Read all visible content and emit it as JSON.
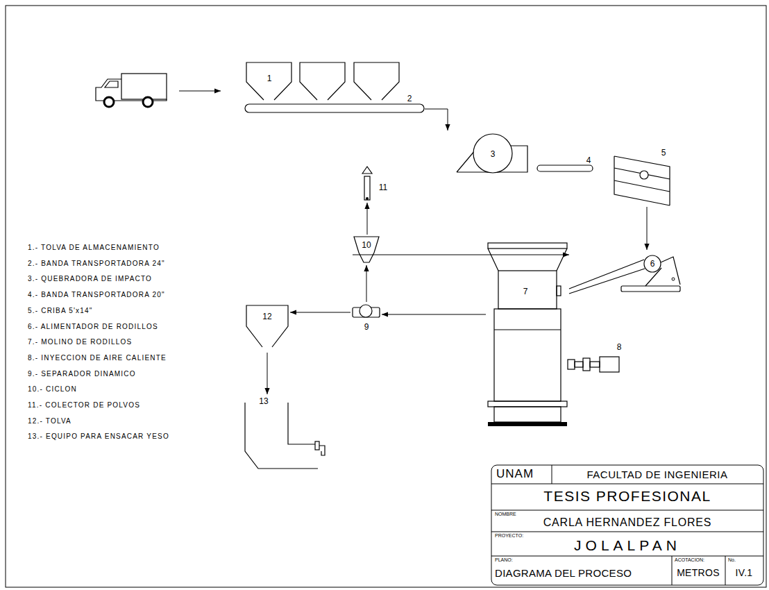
{
  "diagram": {
    "nodes": [
      {
        "text": [
          "1"
        ]
      },
      {
        "text": [
          "2"
        ]
      },
      {
        "text": [
          "3"
        ]
      },
      {
        "text": [
          "4"
        ]
      },
      {
        "text": [
          "5"
        ]
      },
      {
        "text": [
          "6"
        ]
      },
      {
        "text": [
          "7"
        ]
      },
      {
        "text": [
          "8"
        ]
      },
      {
        "text": [
          "9"
        ]
      },
      {
        "text": [
          "10"
        ]
      },
      {
        "text": [
          "11"
        ]
      },
      {
        "text": [
          "12"
        ]
      },
      {
        "text": [
          "13"
        ]
      }
    ],
    "edges": [
      {
        "from": 1,
        "to": 2,
        "arrow": "to"
      },
      {
        "from": 4,
        "to": 5,
        "arrow": "to"
      },
      {
        "from": 6,
        "to": 8,
        "arrow": "to"
      },
      {
        "from": 8,
        "to": 9,
        "arrow": "to"
      },
      {
        "from": 9,
        "to": 10,
        "arrow": "to"
      },
      {
        "from": 9,
        "to": 6,
        "arrow": "to"
      },
      {
        "from": 8,
        "to": 11,
        "arrow": "to"
      },
      {
        "from": 11,
        "to": 12,
        "arrow": "to"
      }
    ],
    "labels": [
      "1.- TOLVA DE ALMACENAMIENTO",
      "2.- BANDA TRANSPORTADORA 24\"",
      "3.- QUEBRADORA DE IMPACTO",
      "4.- BANDA TRANSPORTADORA 20\"",
      "5.- CRIBA 5'x14\"",
      "6.- ALIMENTADOR DE RODILLOS",
      "7.- MOLINO DE RODILLOS",
      "8.- INYECCION DE AIRE CALIENTE",
      "9.- SEPARADOR DINAMICO",
      "10.- CICLON",
      "11.- COLECTOR DE POLVOS",
      "12.- TOLVA",
      "13.- EQUIPO PARA ENSACAR YESO",
      "UNAM",
      "FACULTAD DE INGENIERIA",
      "TESIS PROFESIONAL",
      "NOMBRE",
      "CARLA HERNANDEZ FLORES",
      "PROYECTO:",
      "JOLALPAN",
      "PLANO:",
      "DIAGRAMA DEL PROCESO",
      "ACOTACION:",
      "METROS",
      "No.",
      "IV.1"
    ]
  }
}
